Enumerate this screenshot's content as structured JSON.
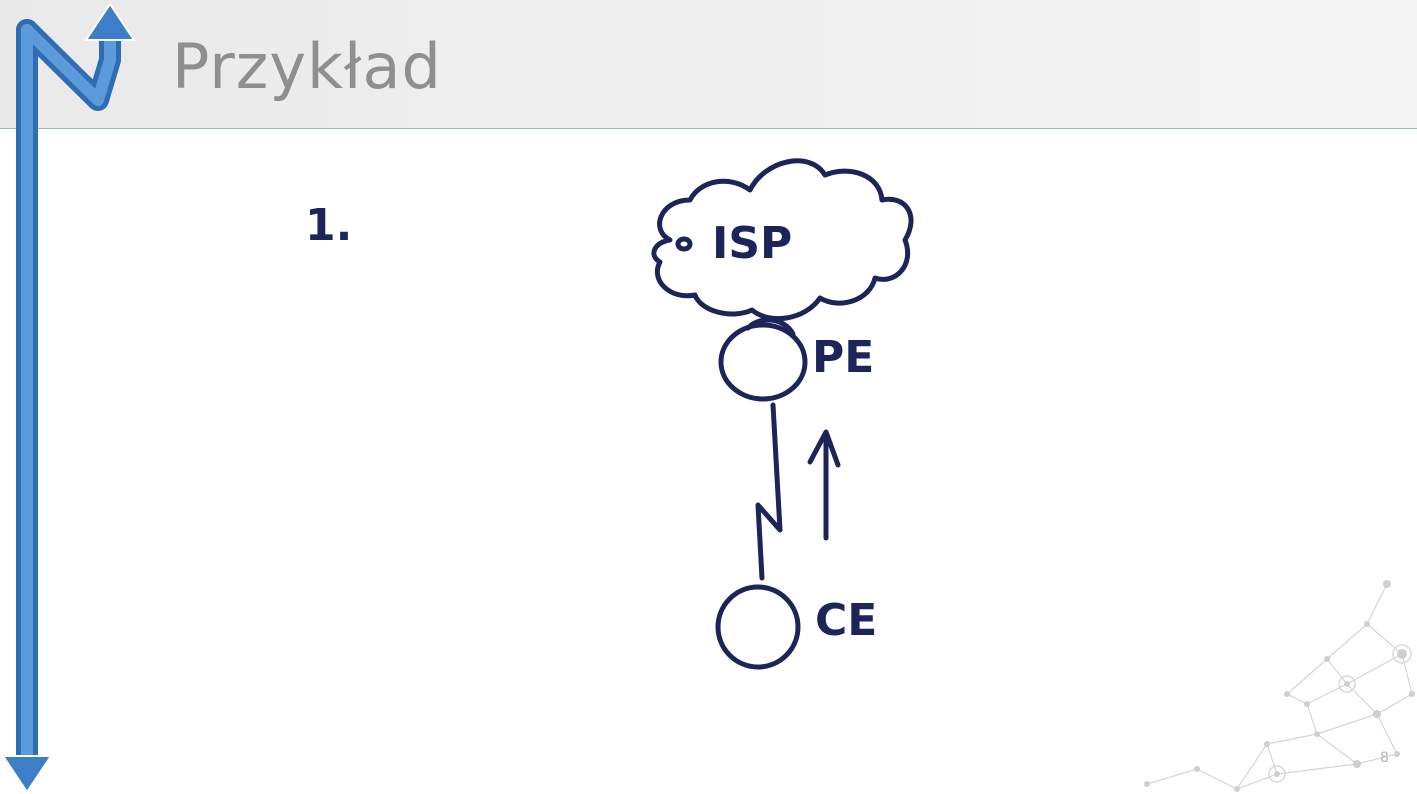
{
  "slide": {
    "title": "Przykład",
    "page_number": "8"
  },
  "diagram": {
    "step_label": "1.",
    "cloud_label": "ISP",
    "node_pe_label": "PE",
    "node_ce_label": "CE"
  },
  "colors": {
    "ink": "#1c2459",
    "logo_blue": "#3d7fc7",
    "title_gray": "#8f8f8f"
  }
}
